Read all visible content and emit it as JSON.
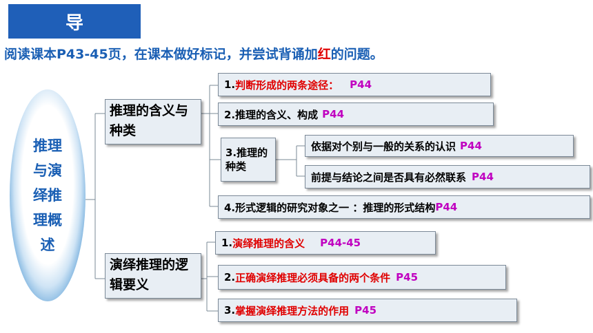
{
  "header": {
    "title": "导"
  },
  "instruction": {
    "before": "阅读课本P43-45页，在课本做好标记，并尝试背诵加",
    "highlight": "红",
    "after": "的问题。"
  },
  "center_topic": "推理与演绎推理概述",
  "colors": {
    "header_bg": "#1f5fb8",
    "text_blue": "#1a5fb4",
    "red": "#e00000",
    "magenta": "#c000c0",
    "box_bg": "#e8eef4"
  },
  "categories": [
    {
      "label": "推理的含义与种类"
    },
    {
      "label": "演绎推理的逻辑要义"
    }
  ],
  "items": {
    "i1": {
      "text": "1.判断形成的两条途径：",
      "page": "P44"
    },
    "i2": {
      "text": "2.推理的含义、构成",
      "page": "P44"
    },
    "i3": {
      "text": "3.推理的种类"
    },
    "i3a": {
      "text": "依据对个别与一般的关系的认识",
      "page": "P44"
    },
    "i3b": {
      "text": "前提与结论之间是否具有必然联系",
      "page": "P44"
    },
    "i4": {
      "text": "4.形式逻辑的研究对象之一 ：推理的形式结构",
      "page": "P44"
    },
    "j1": {
      "text": "1.演绎推理的含义",
      "page": "P44-45"
    },
    "j2": {
      "text": "2.正确演绎推理必须具备的两个条件",
      "page": "P45"
    },
    "j3": {
      "text": "3.掌握演绎推理方法的作用",
      "page": "P45"
    }
  }
}
